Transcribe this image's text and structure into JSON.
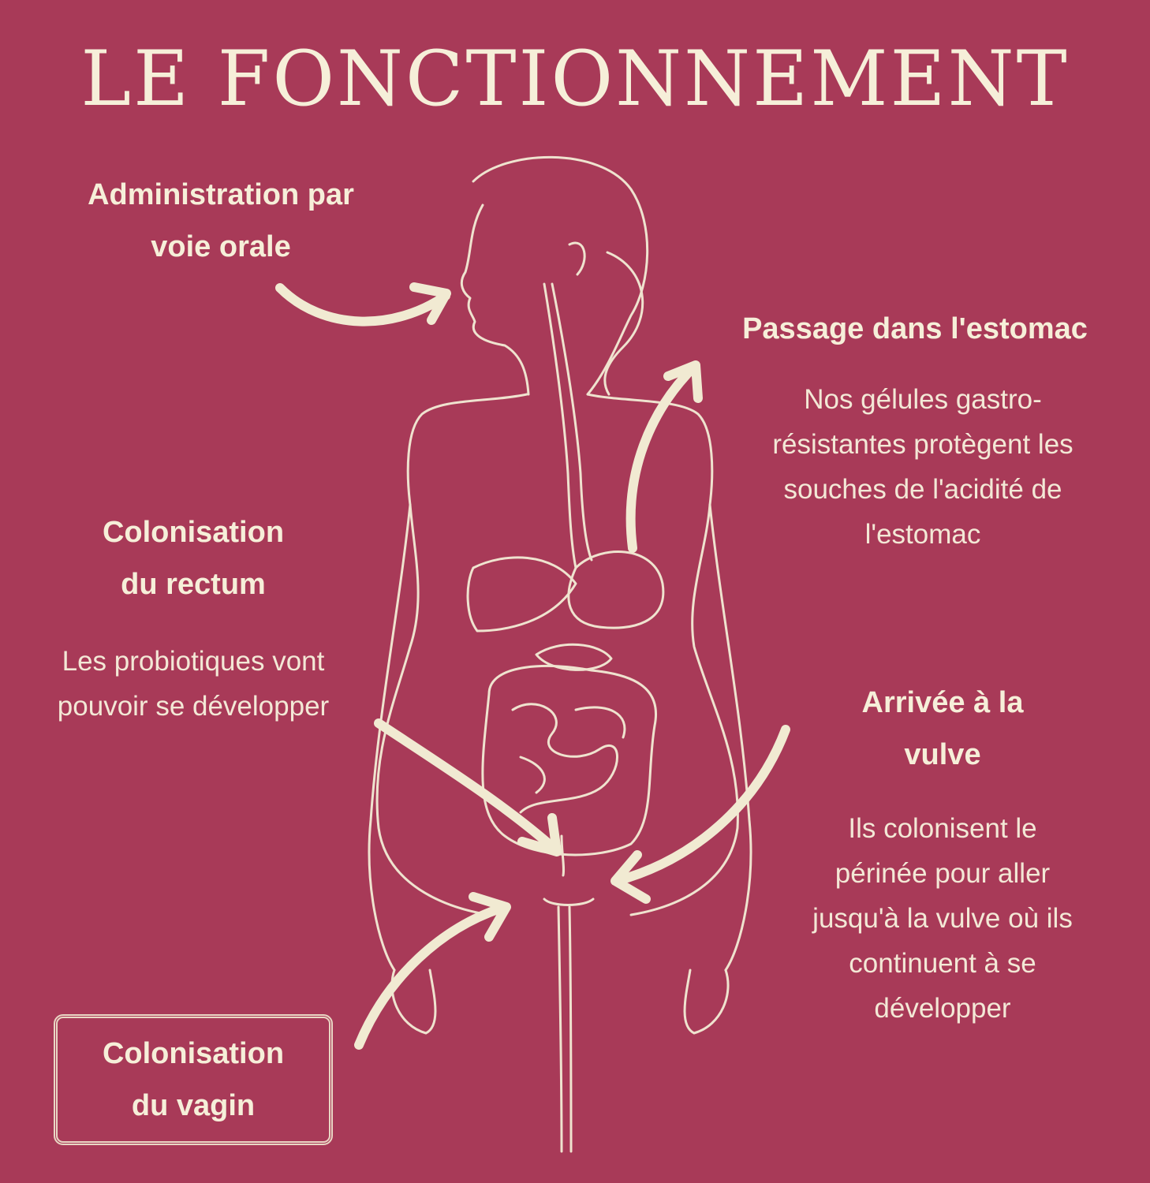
{
  "title": "LE FONCTIONNEMENT",
  "steps": {
    "oral": {
      "heading_l1": "Administration par",
      "heading_l2": "voie orale"
    },
    "stomach": {
      "heading": "Passage dans l'estomac",
      "body_l1": "Nos gélules gastro-",
      "body_l2": "résistantes protègent les",
      "body_l3": "souches de l'acidité de",
      "body_l4": "l'estomac"
    },
    "rectum": {
      "heading_l1": "Colonisation",
      "heading_l2": "du rectum",
      "body_l1": "Les probiotiques vont",
      "body_l2": "pouvoir se développer"
    },
    "vulva": {
      "heading_l1": "Arrivée à la",
      "heading_l2": "vulve",
      "body_l1": "Ils colonisent le",
      "body_l2": "périnée pour aller",
      "body_l3": "jusqu'à la vulve où ils",
      "body_l4": "continuent à se",
      "body_l5": "développer"
    },
    "vagina": {
      "heading_l1": "Colonisation",
      "heading_l2": "du vagin"
    }
  },
  "colors": {
    "background": "#a83a58",
    "ink": "#f6efd9"
  }
}
